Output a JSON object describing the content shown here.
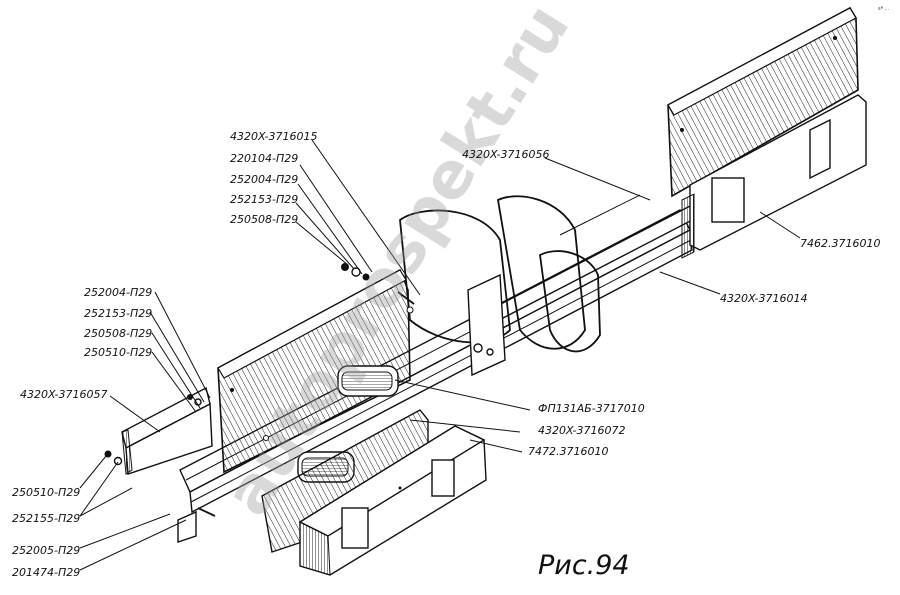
{
  "figure": {
    "caption": "Рис.94",
    "watermark": "autoprospekt.ru",
    "corner_mark": "sª ...",
    "labels": {
      "top_a": "4320X-3716015",
      "top_b": "220104-П29",
      "top_c": "252004-П29",
      "top_d": "252153-П29",
      "top_e": "250508-П29",
      "mid_a": "4320X-3716056",
      "right_a": "7462.3716010",
      "right_b": "4320X-3716014",
      "left_a": "252004-П29",
      "left_b": "252153-П29",
      "left_c": "250508-П29",
      "left_d": "250510-П29",
      "left_e": "4320X-3716057",
      "ctr_a": "ФП131АБ-3717010",
      "ctr_b": "4320X-3716072",
      "ctr_c": "7472.3716010",
      "bot_a": "250510-П29",
      "bot_b": "252155-П29",
      "bot_c": "252005-П29",
      "bot_d": "201474-П29"
    }
  }
}
